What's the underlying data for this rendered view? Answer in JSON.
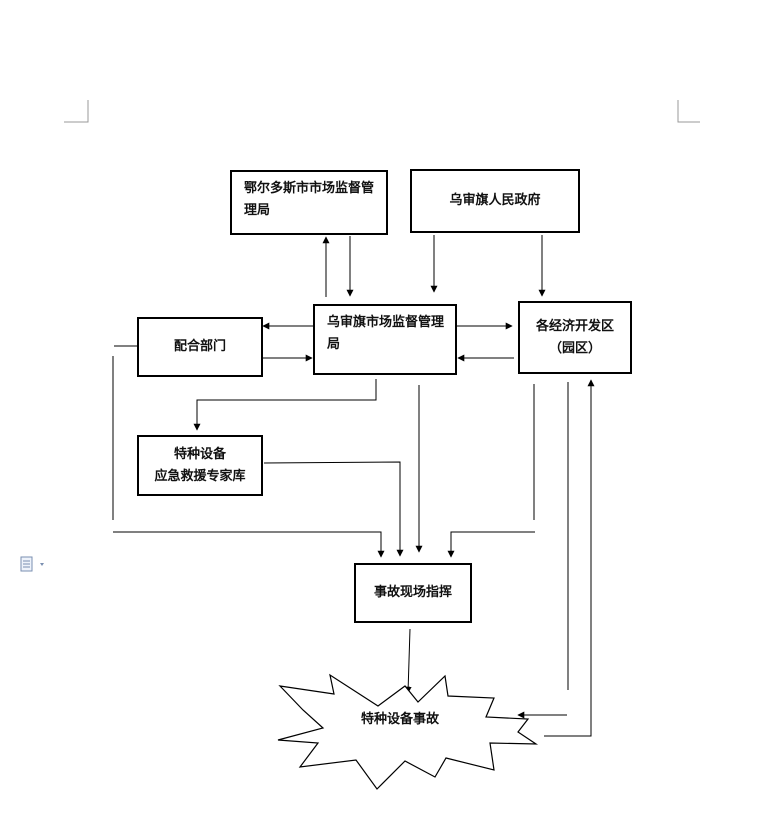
{
  "diagram": {
    "nodes": {
      "city_bureau": "鄂尔多斯市市场监督管理局",
      "banner_gov": "乌审旗人民政府",
      "banner_bureau": "乌审旗市场监督管理局",
      "dev_zones": "各经济开发区\n（园区）",
      "coop_depts": "配合部门",
      "expert_db": "特种设备\n应急救援专家库",
      "site_command": "事故现场指挥",
      "accident": "特种设备事故"
    }
  },
  "icons": {
    "doc_margin": "document-icon"
  }
}
